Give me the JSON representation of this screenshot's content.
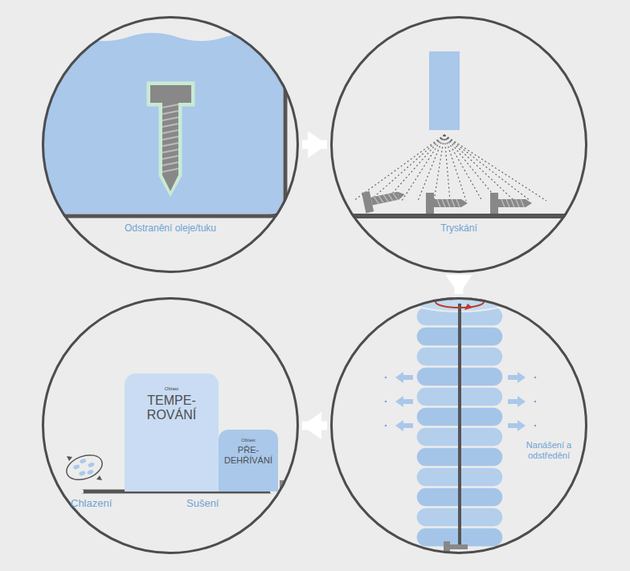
{
  "diagram": {
    "nodes": [
      {
        "text": [
          "Odstranění oleje/tuku"
        ]
      },
      {
        "text": [
          "Tryskání"
        ]
      },
      {
        "text": [
          "Nanášení a odstředění"
        ]
      },
      {
        "text": [
          "Chlazení",
          "Sušení"
        ]
      },
      {
        "text": [
          "Oblast",
          "TEMPE- ROVÁNÍ"
        ],
        "in": 3
      },
      {
        "text": [
          "Oblast",
          "PŘE- DEHŘÍVÁNÍ"
        ],
        "in": 3
      }
    ],
    "edges": [
      {
        "from": 0,
        "to": 1,
        "arrow": "to"
      },
      {
        "from": 1,
        "to": 2,
        "arrow": "to"
      },
      {
        "from": 2,
        "to": 3,
        "arrow": "to"
      }
    ]
  }
}
